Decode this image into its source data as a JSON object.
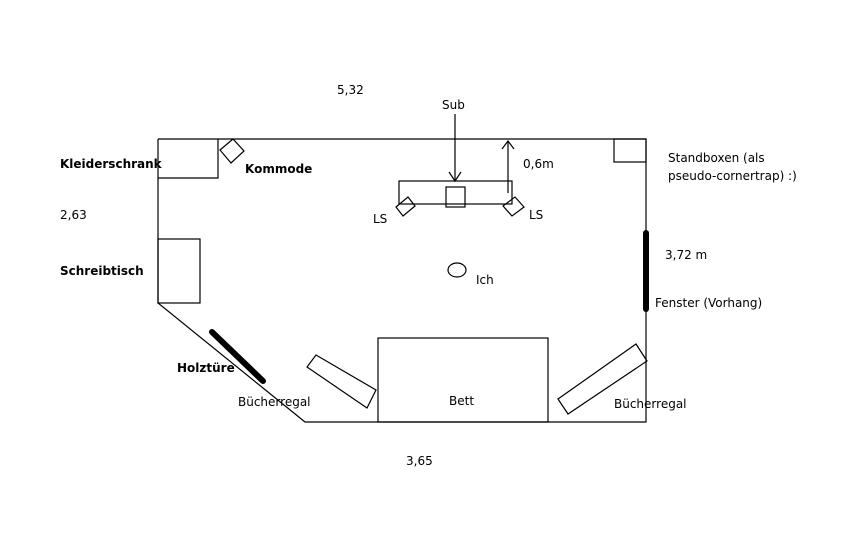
{
  "dimensions": {
    "top": "5,32",
    "left": "2,63",
    "right": "3,72 m",
    "bottom": "3,65",
    "speaker_distance": "0,6m"
  },
  "furniture": {
    "wardrobe": "Kleiderschrank",
    "dresser": "Kommode",
    "desk": "Schreibtisch",
    "door": "Holztüre",
    "bookshelf_left": "Bücherregal",
    "bed": "Bett",
    "bookshelf_right": "Bücherregal",
    "floorstanders_line1": "Standboxen (als",
    "floorstanders_line2": "pseudo-cornertrap) :)",
    "window": "Fenster (Vorhang)"
  },
  "audio": {
    "sub": "Sub",
    "left_speaker": "LS",
    "right_speaker": "LS",
    "listener": "Ich"
  },
  "colors": {
    "line": "#000000",
    "background": "#ffffff"
  }
}
